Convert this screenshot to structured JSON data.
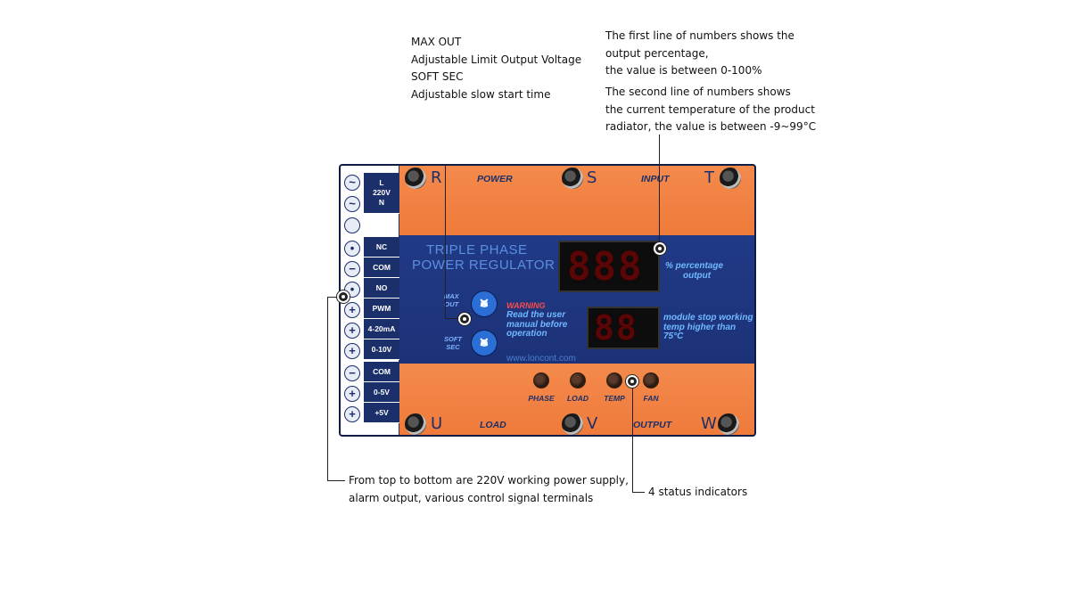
{
  "callouts": {
    "maxout": [
      "MAX OUT",
      "Adjustable Limit Output Voltage",
      "SOFT SEC",
      "Adjustable slow start time"
    ],
    "display1": [
      "The first line of numbers shows the",
      "output percentage,",
      "the value is between 0-100%"
    ],
    "display2": [
      "The second line of numbers shows",
      "the current temperature of the product",
      "radiator, the value is between -9~99°C"
    ],
    "terminals": [
      "From top to bottom are 220V working power supply,",
      "alarm output, various control signal terminals"
    ],
    "indicators": [
      "4 status indicators"
    ]
  },
  "device": {
    "input_letters": [
      "R",
      "S",
      "T"
    ],
    "output_letters": [
      "U",
      "V",
      "W"
    ],
    "power_label": "POWER",
    "input_label": "INPUT",
    "load_label": "LOAD",
    "output_label": "OUTPUT",
    "title_line1": "TRIPLE PHASE",
    "title_line2": "POWER REGULATOR",
    "display1_digits": "888",
    "display2_digits": "88",
    "display1_note": [
      "% percentage",
      "output"
    ],
    "display2_note": [
      "module stop working",
      "temp higher than",
      "75°C"
    ],
    "pot1_label": [
      "MAX",
      "OUT"
    ],
    "pot2_label": [
      "SOFT",
      "SEC"
    ],
    "warning_title": "WARNING",
    "warning_body": [
      "Read the user",
      "manual before",
      "operation"
    ],
    "url": "www.loncont.com",
    "leds": [
      "PHASE",
      "LOAD",
      "TEMP",
      "FAN"
    ],
    "terminals": [
      {
        "symbol": "~",
        "label": ""
      },
      {
        "symbol": "~",
        "label": ""
      },
      {
        "symbol": "",
        "label": ""
      },
      {
        "symbol": "•",
        "label": "NC"
      },
      {
        "symbol": "−",
        "label": "COM"
      },
      {
        "symbol": "•",
        "label": "NO"
      },
      {
        "symbol": "+",
        "label": "PWM"
      },
      {
        "symbol": "+",
        "label": "4-20mA"
      },
      {
        "symbol": "+",
        "label": "0-10V"
      },
      {
        "symbol": "−",
        "label": "COM"
      },
      {
        "symbol": "+",
        "label": "0-5V"
      },
      {
        "symbol": "+",
        "label": "+5V"
      }
    ],
    "power_terminal_label": [
      "L",
      "220V",
      "N"
    ]
  },
  "colors": {
    "orange": "#ef7a3a",
    "panel_blue": "#1b2f6b",
    "led_red": "#5a0606"
  }
}
